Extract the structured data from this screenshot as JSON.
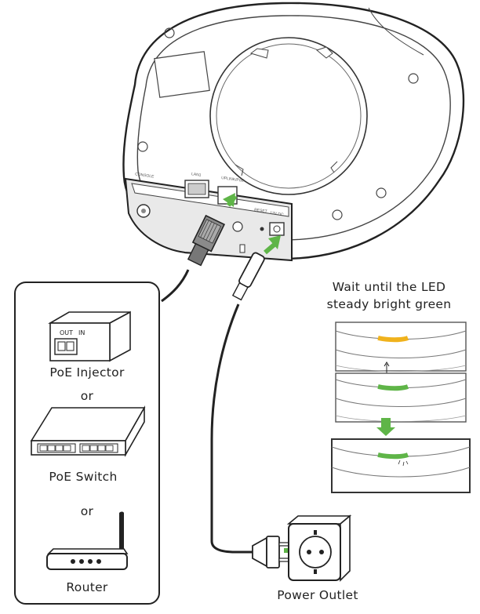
{
  "device_labels": {
    "injector": "PoE Injector",
    "or_1": "or",
    "switch": "PoE Switch",
    "or_2": "or",
    "router": "Router",
    "power_outlet": "Power Outlet"
  },
  "injector_ports": {
    "out": "OUT",
    "in": "IN"
  },
  "led_instruction": {
    "line1": "Wait until the LED",
    "line2": "steady bright green"
  },
  "led_colors": {
    "amber": "#f0b21c",
    "green": "#5fb548",
    "arrow_green": "#5fb548"
  },
  "port_labels": {
    "console": "CONSOLE",
    "lan1": "LAN1",
    "uplink": "UPLINK/PoE",
    "reset": "RESET",
    "dc": "12V DC"
  },
  "icons": [
    "ceiling-access-point",
    "poe-injector",
    "poe-switch",
    "router",
    "power-outlet",
    "power-plug",
    "ethernet-connector",
    "dc-barrel-connector",
    "green-arrow",
    "double-arrow"
  ]
}
